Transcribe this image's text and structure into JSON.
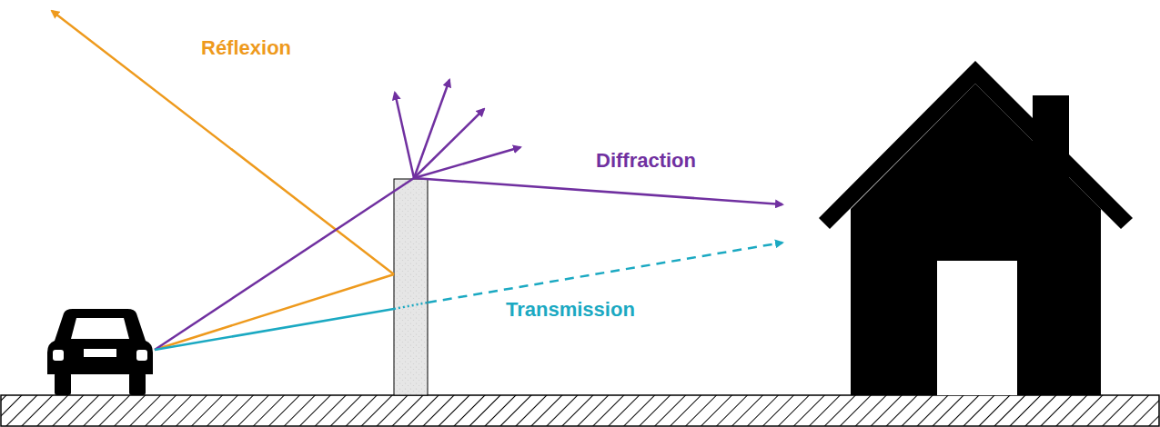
{
  "diagram": {
    "labels": [
      "Réflexion",
      "Diffraction",
      "Transmission"
    ]
  }
}
